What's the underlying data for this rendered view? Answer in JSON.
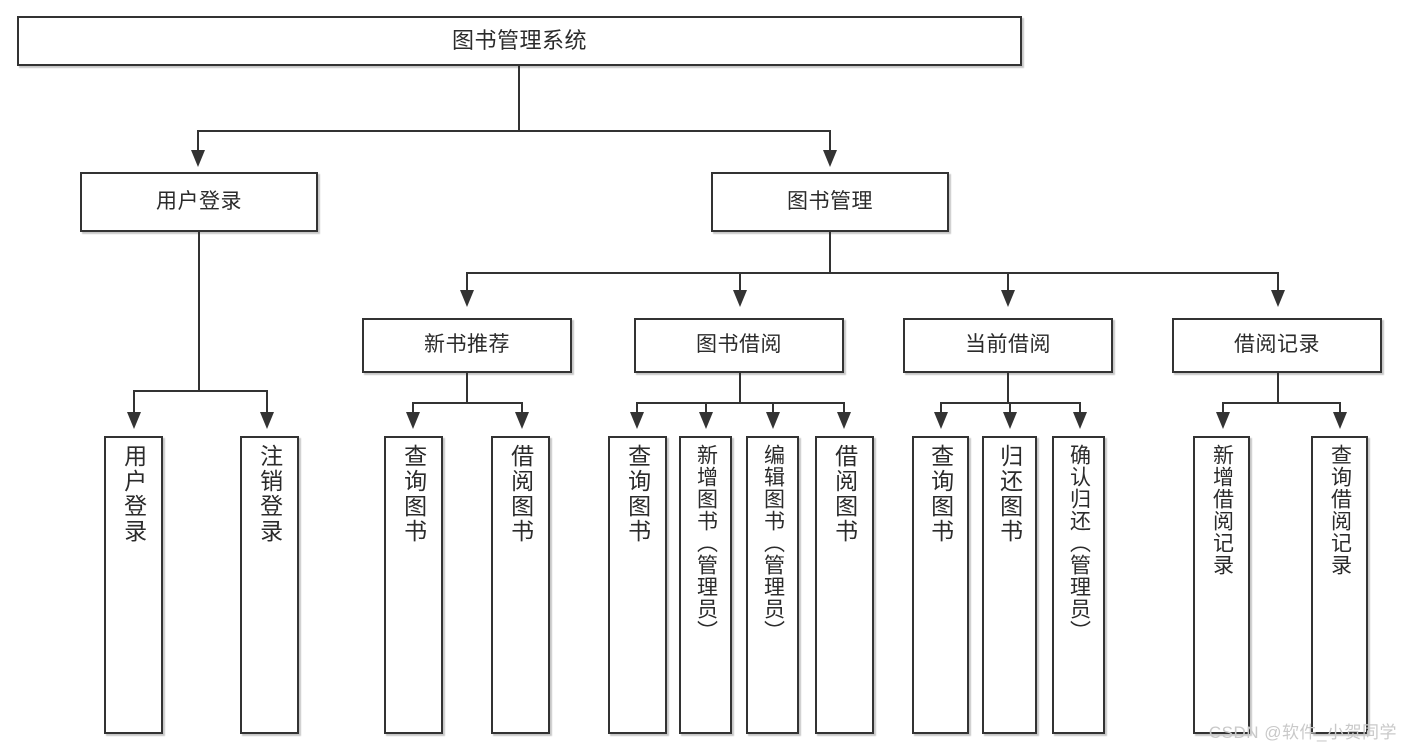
{
  "diagram": {
    "title": "图书管理系统",
    "type": "tree-hierarchy",
    "watermark": "CSDN @软件_小贺同学",
    "colors": {
      "border": "#333333",
      "background": "#ffffff",
      "text": "#2b2b2b",
      "watermark": "#c9c9c9"
    },
    "nodes": {
      "root": {
        "label": "图书管理系统"
      },
      "level1": [
        {
          "id": "user-login",
          "label": "用户登录"
        },
        {
          "id": "book-manage",
          "label": "图书管理"
        }
      ],
      "level2": [
        {
          "id": "new-book-rec",
          "label": "新书推荐"
        },
        {
          "id": "book-borrow",
          "label": "图书借阅"
        },
        {
          "id": "current-borrow",
          "label": "当前借阅"
        },
        {
          "id": "borrow-record",
          "label": "借阅记录"
        }
      ],
      "leaves": {
        "user_login": [
          {
            "id": "leaf-user-login",
            "label": "用户登录"
          },
          {
            "id": "leaf-logout",
            "label": "注销登录"
          }
        ],
        "new_book_rec": [
          {
            "id": "leaf-query-book-1",
            "label": "查询图书"
          },
          {
            "id": "leaf-borrow-book-1",
            "label": "借阅图书"
          }
        ],
        "book_borrow": [
          {
            "id": "leaf-query-book-2",
            "label": "查询图书"
          },
          {
            "id": "leaf-add-book",
            "label": "新增图书（管理员）"
          },
          {
            "id": "leaf-edit-book",
            "label": "编辑图书（管理员）"
          },
          {
            "id": "leaf-borrow-book-2",
            "label": "借阅图书"
          }
        ],
        "current_borrow": [
          {
            "id": "leaf-query-book-3",
            "label": "查询图书"
          },
          {
            "id": "leaf-return-book",
            "label": "归还图书"
          },
          {
            "id": "leaf-confirm-return",
            "label": "确认归还（管理员）"
          }
        ],
        "borrow_record": [
          {
            "id": "leaf-add-record",
            "label": "新增借阅记录"
          },
          {
            "id": "leaf-query-record",
            "label": "查询借阅记录"
          }
        ]
      }
    }
  }
}
